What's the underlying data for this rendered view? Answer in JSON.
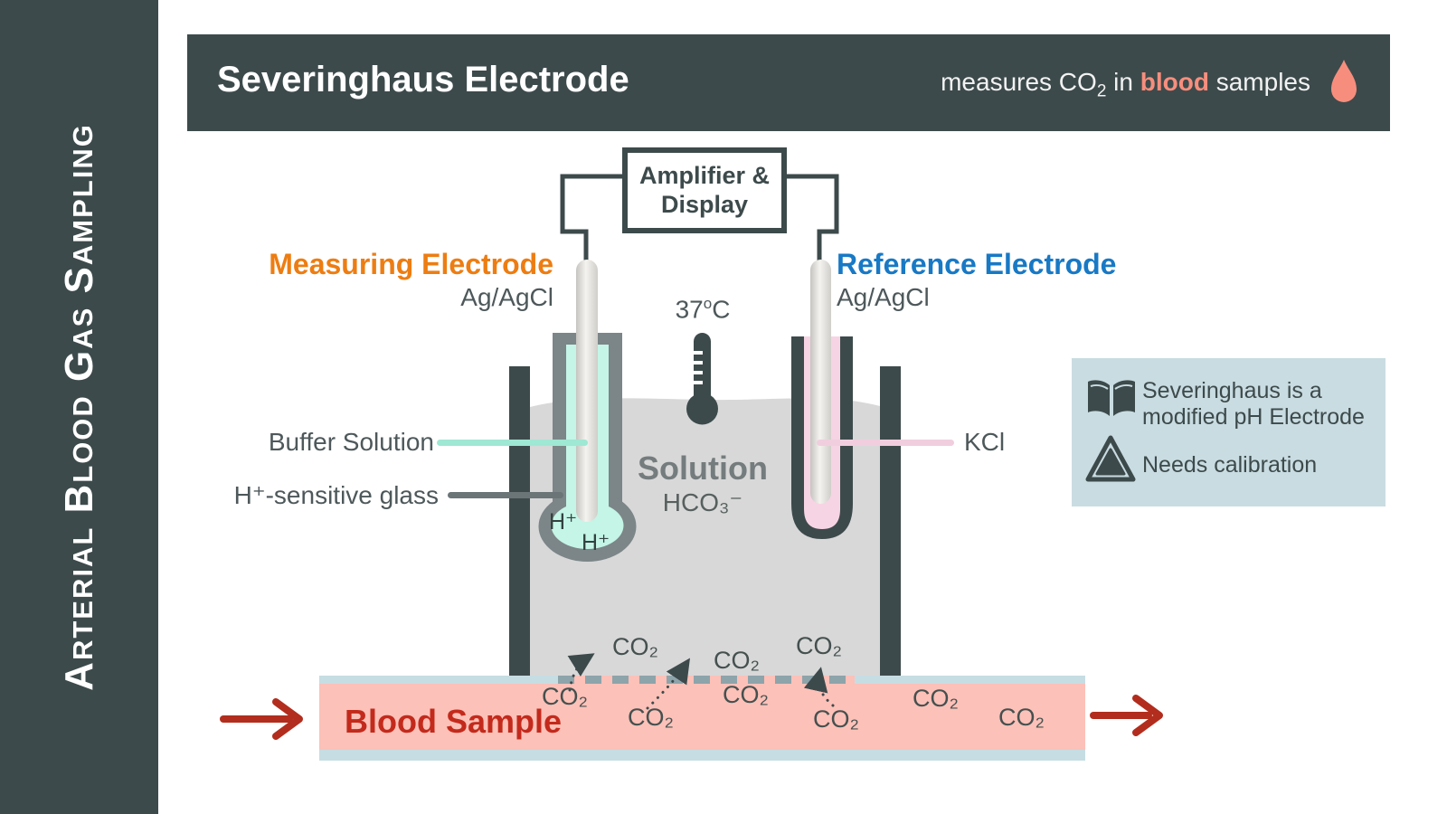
{
  "sidebar": {
    "title": "Arterial Blood Gas Sampling",
    "bg": "#3d4a4b"
  },
  "header": {
    "title": "Severinghaus Electrode",
    "subtitle": {
      "part1": "measures CO",
      "sub": "2",
      "part2": " in ",
      "highlight": "blood",
      "part3": " samples"
    },
    "bg": "#3d4a4b",
    "highlight_color": "#f78e7d"
  },
  "amplifier": {
    "line1": "Amplifier &",
    "line2": "Display"
  },
  "electrodes": {
    "measuring": {
      "title": "Measuring Electrode",
      "material": "Ag/AgCl",
      "color": "#ed7d12"
    },
    "reference": {
      "title": "Reference Electrode",
      "material": "Ag/AgCl",
      "color": "#1879c5"
    }
  },
  "temperature": {
    "value": "37",
    "degree": "o",
    "unit": "C"
  },
  "labels": {
    "buffer": "Buffer Solution",
    "glass": "H⁺-sensitive glass",
    "kcl": "KCl",
    "h_plus": "H⁺",
    "co2": "CO₂"
  },
  "solution": {
    "title": "Solution",
    "formula": "HCO₃⁻"
  },
  "blood": {
    "label": "Blood Sample",
    "text_color": "#c32a1c",
    "fill": "#fcc1b8"
  },
  "info_box": {
    "bg": "#c9dce1",
    "items": [
      {
        "icon": "open-book-icon",
        "text": "Severinghaus is a modified pH Electrode"
      },
      {
        "icon": "warning-triangle-icon",
        "text": "Needs calibration"
      }
    ]
  },
  "colors": {
    "dark_slate": "#3d4a4b",
    "solution_gray": "#d8d8d8",
    "tube_gray": "#7c8587",
    "buffer_mint": "#c4f5e6",
    "kcl_pink": "#f7d4e3",
    "channel_blue": "#c6dde3",
    "membrane_dash": "#8da4ab",
    "arrow_red": "#b22d1d"
  }
}
